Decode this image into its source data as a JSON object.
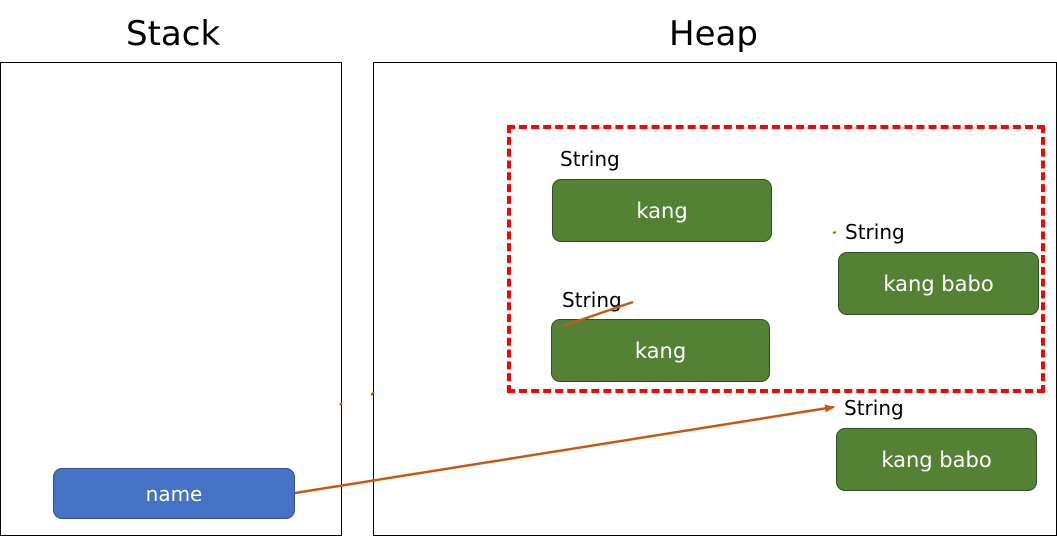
{
  "stack": {
    "title": "Stack",
    "variable": {
      "label": "name"
    }
  },
  "heap": {
    "title": "Heap",
    "objects": [
      {
        "type": "String",
        "value": "kang"
      },
      {
        "type": "String",
        "value": "kang"
      },
      {
        "type": "String",
        "value": "kang babo"
      },
      {
        "type": "String",
        "value": "kang babo"
      }
    ]
  },
  "colors": {
    "object_fill": "#548235",
    "reference_fill": "#4472c4",
    "arrow": "#c55a11",
    "garbage_outline": "#ff0000"
  }
}
